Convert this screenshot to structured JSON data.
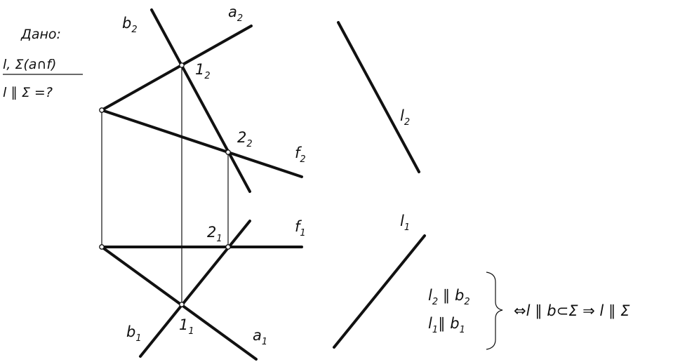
{
  "given": {
    "title": "Дано:",
    "line1": "l, Σ(a∩f)",
    "line2": "l ∥ Σ =?"
  },
  "labels": {
    "b": "b",
    "a": "a",
    "f": "f",
    "l": "l",
    "p1": "1",
    "p2": "2",
    "sub1": "1",
    "sub2": "2"
  },
  "conclusion": {
    "cond1_l": "l",
    "cond1_s1": "2",
    "cond1_mid": " ∥ b",
    "cond1_s2": "2",
    "cond2_l": "l",
    "cond2_s1": "1",
    "cond2_mid": "∥ b",
    "cond2_s2": "1",
    "result": "⇔l ∥ b⊂Σ ⇒ l ∥ Σ"
  }
}
